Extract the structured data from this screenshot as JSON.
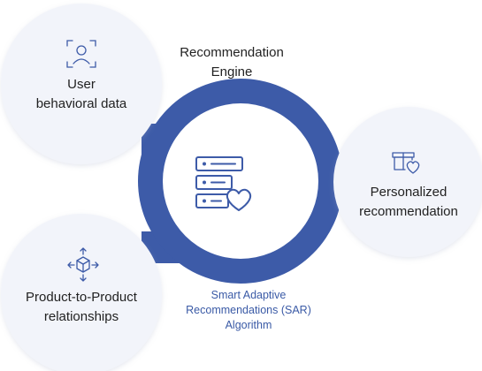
{
  "engine": {
    "title_lines": [
      "Recommendation",
      "Engine"
    ],
    "algorithm_lines": [
      "Smart Adaptive",
      "Recommendations (SAR)",
      "Algorithm"
    ],
    "icon": "list-heart-icon",
    "color": "#3d5ba8"
  },
  "nodes": {
    "user_data": {
      "lines": [
        "User",
        "behavioral data"
      ],
      "icon": "user-frame-icon"
    },
    "product_relationships": {
      "lines": [
        "Product-to-Product",
        "relationships"
      ],
      "icon": "box-arrows-icon"
    },
    "personalized": {
      "lines": [
        "Personalized",
        "recommendation"
      ],
      "icon": "gift-heart-icon"
    }
  },
  "colors": {
    "circle_fill": "#f2f4fa",
    "ring": "#3d5ba8",
    "icon_stroke": "#3d5ba8",
    "text": "#222222",
    "accent_text": "#3a5aa6"
  }
}
